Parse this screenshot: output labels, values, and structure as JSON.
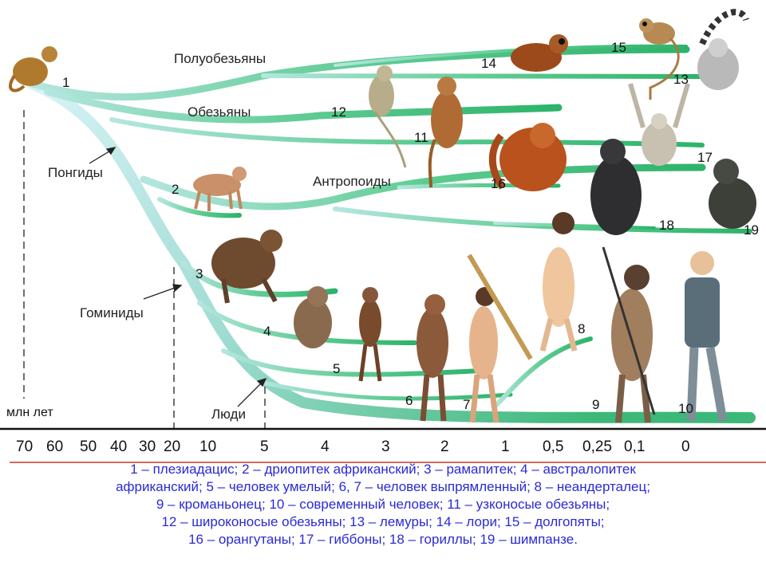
{
  "groups": {
    "prosimians": "Полуобезьяны",
    "monkeys": "Обезьяны",
    "pongids": "Понгиды",
    "anthropoids": "Антропоиды",
    "hominids": "Гоминиды",
    "humans": "Люди"
  },
  "numbers": [
    "1",
    "2",
    "3",
    "4",
    "5",
    "6",
    "7",
    "8",
    "9",
    "10",
    "11",
    "12",
    "13",
    "14",
    "15",
    "16",
    "17",
    "18",
    "19"
  ],
  "axis": {
    "unit": "млн лет",
    "ticks": [
      "70",
      "60",
      "50",
      "40",
      "30",
      "20",
      "10",
      "5",
      "4",
      "3",
      "2",
      "1",
      "0,5",
      "0,25",
      "0,1",
      "0"
    ]
  },
  "legend": [
    "1 – плезиадацис;    2 – дриопитек африканский;     3 – рамапитек;       4 – австралопитек",
    "африканский;  5 – человек умелый;  6, 7 – человек выпрямленный; 8 – неандерталец;",
    "9 – кроманьонец;    10 – современный человек;     11 – узконосые обезьяны;",
    "12 – широконосые обезьяны;            13 – лемуры;         14 – лори;       15 – долгопяты;",
    "16 – орангутаны; 17 – гиббоны;     18 – гориллы;   19 – шимпанзе."
  ],
  "colors": {
    "trunk": "#a8e0d8",
    "branch": "#3fbf7f",
    "legend": "#2a2ad6",
    "rule": "#c0392b"
  },
  "icons": [
    "primate-figure",
    "human-figure"
  ]
}
